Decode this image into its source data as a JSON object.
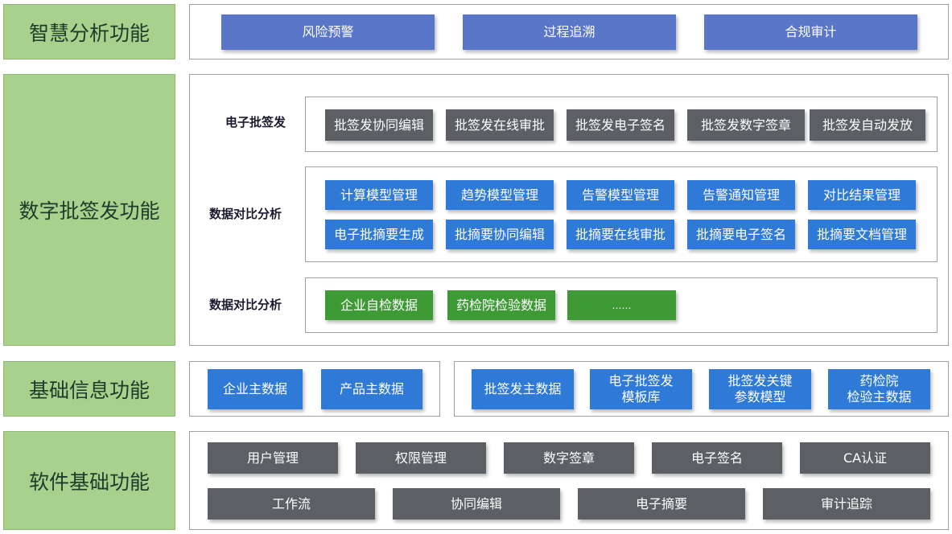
{
  "layers": {
    "smart_analysis": {
      "label": "智慧分析功能",
      "items": [
        "风险预警",
        "过程追溯",
        "合规审计"
      ]
    },
    "digital_approval": {
      "label": "数字批签发功能",
      "row1": {
        "label": "电子批签发",
        "items": [
          "批签发协同编辑",
          "批签发在线审批",
          "批签发电子签名",
          "批签发数字签章",
          "批签发自动发放"
        ]
      },
      "row2": {
        "label": "数据对比分析",
        "items_top": [
          "计算模型管理",
          "趋势模型管理",
          "告警模型管理",
          "告警通知管理",
          "对比结果管理"
        ],
        "items_bottom": [
          "电子批摘要生成",
          "批摘要协同编辑",
          "批摘要在线审批",
          "批摘要电子签名",
          "批摘要文档管理"
        ]
      },
      "row3": {
        "label": "数据对比分析",
        "items": [
          "企业自检数据",
          "药检院检验数据",
          "……"
        ]
      }
    },
    "basic_info": {
      "label": "基础信息功能",
      "left_items": [
        "企业主数据",
        "产品主数据"
      ],
      "right_items": [
        {
          "line1": "批签发主数据",
          "line2": ""
        },
        {
          "line1": "电子批签发",
          "line2": "模板库"
        },
        {
          "line1": "批签发关键",
          "line2": "参数模型"
        },
        {
          "line1": "药检院",
          "line2": "检验主数据"
        }
      ]
    },
    "software_basic": {
      "label": "软件基础功能",
      "row1": [
        "用户管理",
        "权限管理",
        "数字签章",
        "电子签名",
        "CA认证"
      ],
      "row2": [
        "工作流",
        "协同编辑",
        "电子摘要",
        "审计追踪"
      ]
    }
  },
  "colors": {
    "layer_label_bg": "#a9d18e",
    "smart_btn": "#5a76c8",
    "dark_btn": "#5c5f63",
    "blue_btn": "#2f7ad6",
    "green_btn": "#3d9a35",
    "border": "#9aa0a8"
  }
}
